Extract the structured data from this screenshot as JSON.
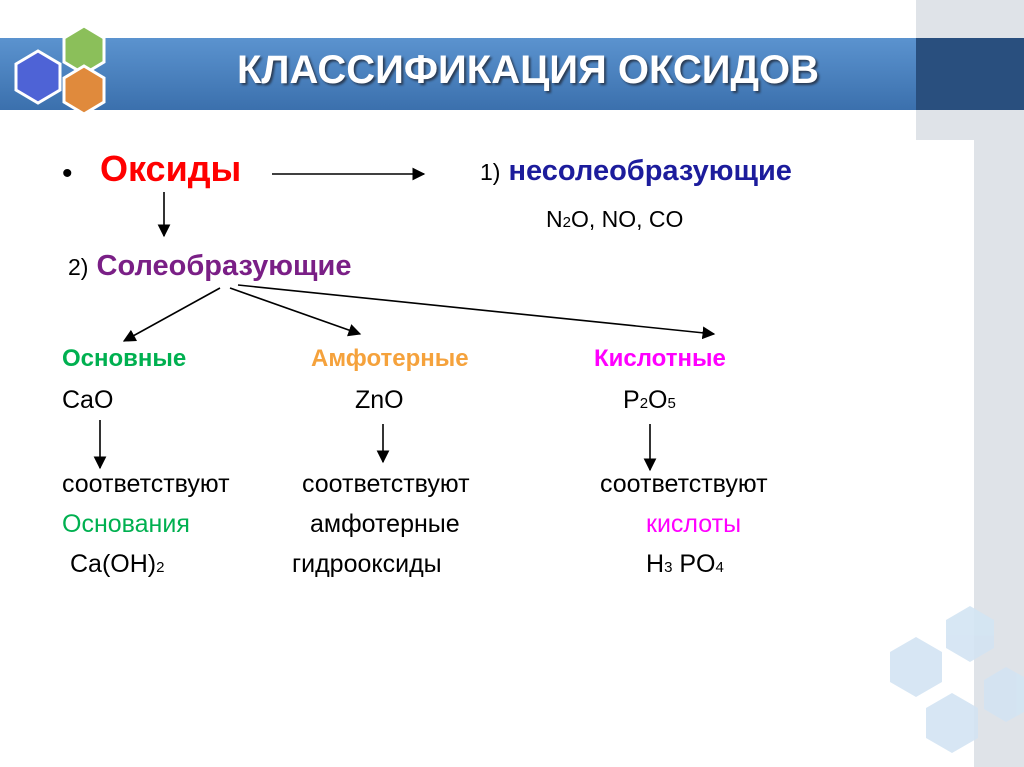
{
  "header": {
    "title": "КЛАССИФИКАЦИЯ ОКСИДОВ",
    "icons": [
      "hexagon-blue-icon",
      "hexagon-green-icon",
      "hexagon-orange-icon"
    ]
  },
  "diagram": {
    "bullet": "•",
    "root": "Оксиды",
    "non_salt_forming": {
      "number": "1)",
      "label": "несолеобразующие",
      "examples": {
        "n": "N",
        "two": "2",
        "rest": "O,  NO, CO"
      }
    },
    "salt_forming": {
      "number": "2)",
      "label": "Солеобразующие"
    },
    "columns": [
      {
        "heading": "Основные",
        "formula_plain": "CaO",
        "corresponds": "соответствуют",
        "result": "Основания",
        "example": {
          "main": "Ca(OH)",
          "sub": "2"
        }
      },
      {
        "heading": "Амфотерные",
        "formula_plain": "ZnO",
        "corresponds": "соответствуют",
        "result": "амфотерные",
        "example_plain": "гидрооксиды"
      },
      {
        "heading": "Кислотные",
        "formula": {
          "p": "P",
          "two": "2",
          "o": "O",
          "five": "5"
        },
        "corresponds": "соответствуют",
        "result": "кислоты",
        "example": {
          "h": "H",
          "three": "3",
          "rest": " PO",
          "four": "4"
        }
      }
    ]
  },
  "colors": {
    "title_bar": "#4a83c0",
    "root": "#ff0000",
    "non_salt_forming": "#1c1c9c",
    "salt_forming": "#7a1f86",
    "basic": "#00b050",
    "amphoteric": "#f5a23c",
    "acidic": "#ff00ff"
  }
}
